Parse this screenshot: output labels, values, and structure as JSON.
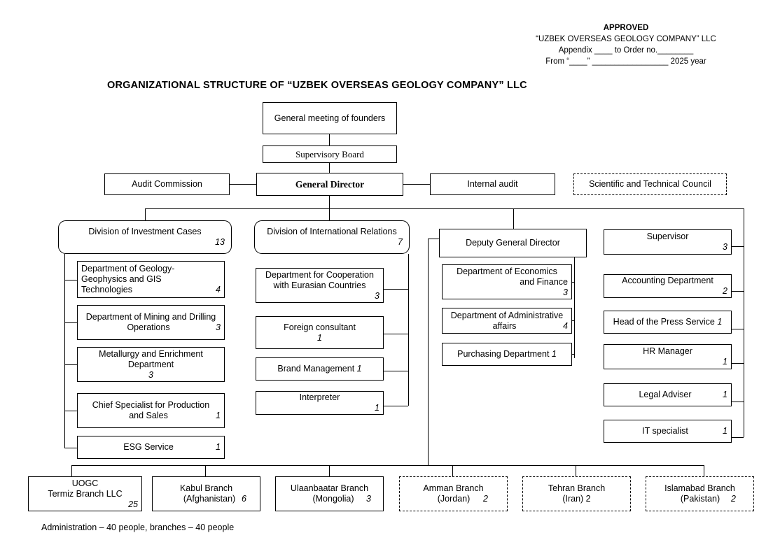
{
  "header": {
    "approved_label": "APPROVED",
    "company": "“UZBEK OVERSEAS GEOLOGY COMPANY” LLC",
    "appendix_line": "Appendix ____ to Order no.________",
    "date_line": "From “____” _________________ 2025 year"
  },
  "title": "ORGANIZATIONAL STRUCTURE OF “UZBEK OVERSEAS GEOLOGY COMPANY” LLC",
  "top": {
    "general_meeting": "General meeting of founders",
    "supervisory_board": "Supervisory Board",
    "audit_commission": "Audit Commission",
    "general_director": "General Director",
    "internal_audit": "Internal audit",
    "scientific_council": "Scientific and Technical Council"
  },
  "columns": [
    {
      "head": {
        "label": "Division of Investment Cases",
        "count": "13"
      },
      "items": [
        {
          "label": "Department of Geology-Geophysics and GIS Technologies",
          "line1": "Department of Geology-",
          "line2": "Geophysics and GIS",
          "line3": "Technologies",
          "count": "4"
        },
        {
          "label": "Department of Mining and Drilling Operations",
          "line1": "Department of Mining and Drilling",
          "line2": "Operations",
          "count": "3"
        },
        {
          "label": "Metallurgy and Enrichment Department",
          "line1": "Metallurgy and Enrichment",
          "line2": "Department",
          "count": "3"
        },
        {
          "label": "Chief Specialist for Production and Sales",
          "line1": "Chief Specialist for Production",
          "line2": "and Sales",
          "count": "1"
        },
        {
          "label": "ESG Service",
          "line1": "ESG Service",
          "count": "1"
        }
      ]
    },
    {
      "head": {
        "label": "Division of International Relations",
        "count": "7"
      },
      "items": [
        {
          "label": "Department for Cooperation with Eurasian Countries",
          "line1": "Department for Cooperation",
          "line2": "with Eurasian Countries",
          "count": "3"
        },
        {
          "label": "Foreign consultant",
          "line1": "Foreign consultant",
          "count": "1"
        },
        {
          "label": "Brand Management",
          "line1": "Brand Management",
          "count": "1"
        },
        {
          "label": "Interpreter",
          "line1": "Interpreter",
          "count": "1"
        }
      ]
    },
    {
      "head": {
        "label": "Deputy General Director",
        "count": ""
      },
      "items": [
        {
          "label": "Department of Economics and Finance",
          "line1": "Department of Economics",
          "line2": "and Finance",
          "count": "3"
        },
        {
          "label": "Department of Administrative affairs",
          "line1": "Department of Administrative",
          "line2": "affairs",
          "count": "4"
        },
        {
          "label": "Purchasing Department",
          "line1": "Purchasing Department",
          "count": "1"
        }
      ]
    },
    {
      "head": {
        "label": "",
        "count": ""
      },
      "items": [
        {
          "label": "Supervisor",
          "line1": "Supervisor",
          "count": "3"
        },
        {
          "label": "Accounting Department",
          "line1": "Accounting Department",
          "count": "2"
        },
        {
          "label": "Head of the Press Service",
          "line1": "Head of the Press Service",
          "count": "1"
        },
        {
          "label": "HR Manager",
          "line1": "HR Manager",
          "count": "1"
        },
        {
          "label": "Legal Adviser",
          "line1": "Legal Adviser",
          "count": "1"
        },
        {
          "label": "IT specialist",
          "line1": "IT specialist",
          "count": "1"
        }
      ]
    }
  ],
  "branches": [
    {
      "line1": "UOGC",
      "line2": "Termiz Branch LLC",
      "count": "25",
      "dashed": false
    },
    {
      "line1": "Kabul Branch",
      "line2": "(Afghanistan)",
      "count": "6",
      "dashed": false
    },
    {
      "line1": "Ulaanbaatar Branch",
      "line2": "(Mongolia)",
      "count": "3",
      "dashed": false
    },
    {
      "line1": "Amman Branch",
      "line2": "(Jordan)",
      "count": "2",
      "dashed": true
    },
    {
      "line1": "Tehran Branch",
      "line2": "(Iran) 2",
      "count": "",
      "dashed": true
    },
    {
      "line1": "Islamabad Branch",
      "line2": "(Pakistan)",
      "count": "2",
      "dashed": true
    }
  ],
  "footnote": "Administration – 40 people, branches – 40 people"
}
